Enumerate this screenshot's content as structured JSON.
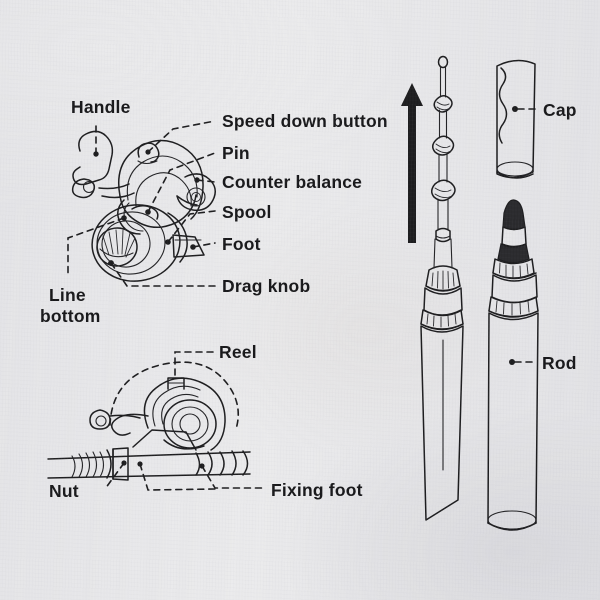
{
  "document": {
    "type": "technical-illustration",
    "subject": "Telescopic fishing rod with spinning reel — parts diagram",
    "background_color": "#ececed",
    "ink_color": "#1d1d1f"
  },
  "labels": {
    "handle": "Handle",
    "speed_down_button": "Speed down button",
    "pin": "Pin",
    "counter_balance": "Counter balance",
    "spool": "Spool",
    "foot": "Foot",
    "drag_knob": "Drag knob",
    "line_bottom_line1": "Line",
    "line_bottom_line2": "bottom",
    "reel": "Reel",
    "nut": "Nut",
    "fixing_foot": "Fixing foot",
    "cap": "Cap",
    "rod": "Rod"
  },
  "figures": {
    "reel_detail": {
      "name": "spinning-reel-detail",
      "callouts": [
        "Handle",
        "Speed down button",
        "Pin",
        "Counter balance",
        "Spool",
        "Foot",
        "Drag knob",
        "Line bottom"
      ]
    },
    "reel_mounted": {
      "name": "reel-mounted-on-rod-handle",
      "callouts": [
        "Reel",
        "Nut",
        "Fixing foot"
      ]
    },
    "rod_extended": {
      "name": "rod-extended",
      "annotation": "upward arrow indicating extension direction"
    },
    "rod_collapsed": {
      "name": "rod-collapsed-with-cap",
      "callouts": [
        "Cap",
        "Rod"
      ]
    }
  }
}
